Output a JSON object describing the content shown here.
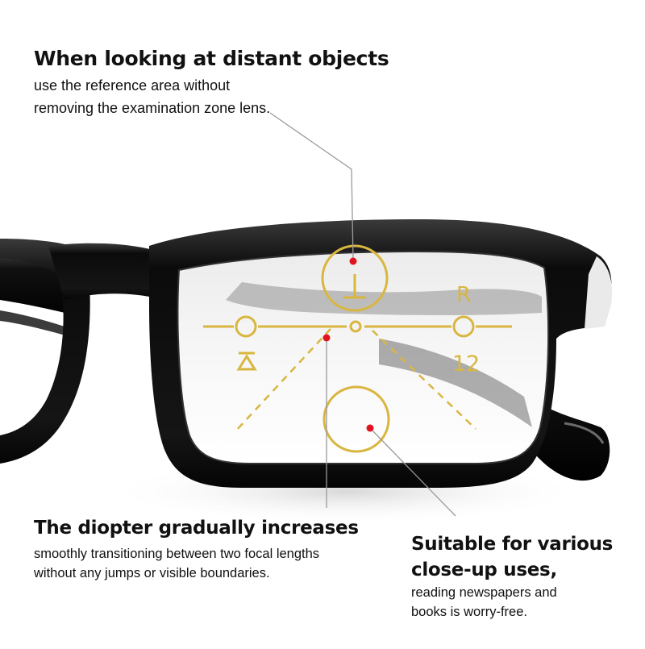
{
  "annotations": {
    "distance": {
      "title": "When looking at distant objects",
      "line1": "use the reference area without",
      "line2": "removing the examination zone lens."
    },
    "diopter": {
      "title": "The diopter gradually increases",
      "line1": "smoothly transitioning between two focal lengths",
      "line2": "without any jumps or visible boundaries."
    },
    "closeup": {
      "title_line1": "Suitable for various",
      "title_line2": "close-up uses,",
      "line1": "reading newspapers and",
      "line2": "books is worry-free."
    }
  },
  "lens_markings": {
    "right_letter": "R",
    "right_number": "12"
  },
  "colors": {
    "frame": "#0d0d0d",
    "marking": "#d9b640",
    "dot": "#e0141e",
    "leader": "#9a9a9a",
    "text": "#111111"
  }
}
